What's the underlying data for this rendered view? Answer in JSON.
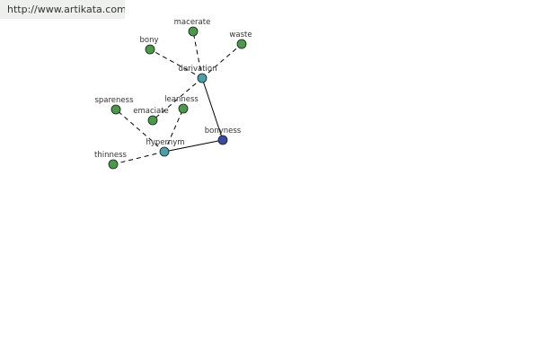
{
  "url": "http://www.artikata.com",
  "colors": {
    "leaf": "#4a9a4a",
    "relation": "#4aa0a8",
    "root": "#3a4aa0",
    "stroke": "#1a1a1a",
    "edge": "#000000"
  },
  "nodes": {
    "bonyness": {
      "label": "bonyness",
      "kind": "root"
    },
    "derivation": {
      "label": "derivation",
      "kind": "relation"
    },
    "hypernym": {
      "label": "hypernym",
      "kind": "relation"
    },
    "macerate": {
      "label": "macerate",
      "kind": "leaf"
    },
    "waste": {
      "label": "waste",
      "kind": "leaf"
    },
    "bony": {
      "label": "bony",
      "kind": "leaf"
    },
    "spareness": {
      "label": "spareness",
      "kind": "leaf"
    },
    "emaciate": {
      "label": "emaciate",
      "kind": "leaf"
    },
    "leanness": {
      "label": "leanness",
      "kind": "leaf"
    },
    "thinness": {
      "label": "thinness",
      "kind": "leaf"
    }
  },
  "edges": [
    {
      "from": "bonyness",
      "to": "derivation",
      "style": "solid"
    },
    {
      "from": "bonyness",
      "to": "hypernym",
      "style": "solid"
    },
    {
      "from": "derivation",
      "to": "macerate",
      "style": "dashed"
    },
    {
      "from": "derivation",
      "to": "waste",
      "style": "dashed"
    },
    {
      "from": "derivation",
      "to": "bony",
      "style": "dashed"
    },
    {
      "from": "derivation",
      "to": "emaciate",
      "style": "dashed"
    },
    {
      "from": "hypernym",
      "to": "spareness",
      "style": "dashed"
    },
    {
      "from": "hypernym",
      "to": "leanness",
      "style": "dashed"
    },
    {
      "from": "hypernym",
      "to": "thinness",
      "style": "dashed"
    }
  ]
}
